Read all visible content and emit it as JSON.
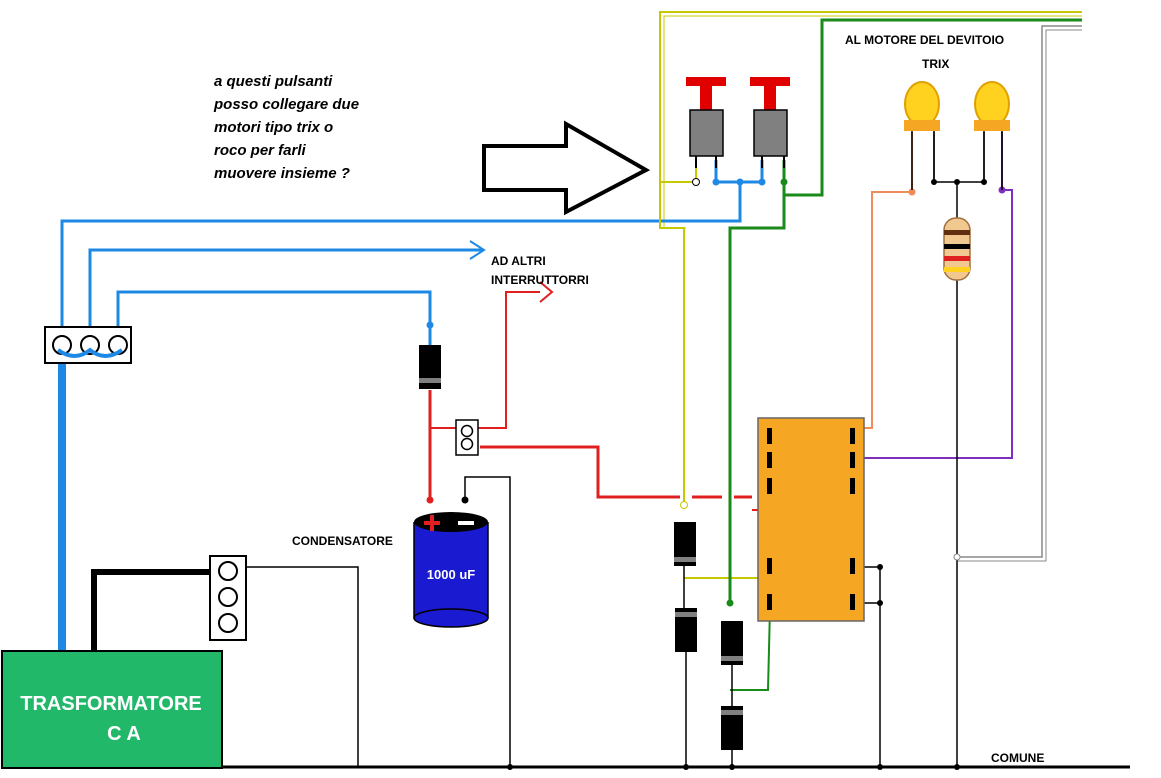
{
  "note_lines": [
    "a questi pulsanti",
    "posso collegare due",
    "motori tipo trix o",
    "roco per farli",
    "muovere insieme ?"
  ],
  "labels": {
    "motor_line1": "AL MOTORE DEL DEVITOIO",
    "motor_line2": "TRIX",
    "other_switches_line1": "AD ALTRI",
    "other_switches_line2": "INTERRUTTORRI",
    "capacitor_label": "CONDENSATORE",
    "capacitor_value": "1000 uF",
    "transformer_line1": "TRASFORMATORE",
    "transformer_line2": "C A",
    "common": "COMUNE"
  },
  "colors": {
    "blue_wire": "#1e88e5",
    "red_wire": "#e02020",
    "green_wire": "#1a8a1a",
    "yellow_wire": "#c8c800",
    "orange_wire": "#f08c5a",
    "purple_wire": "#8030c0",
    "relay_body": "#f5a623",
    "transformer_body": "#22b86a",
    "capacitor_body": "#1a1ad0",
    "lamp": "#ffd21f",
    "button_cap": "#e00000"
  }
}
